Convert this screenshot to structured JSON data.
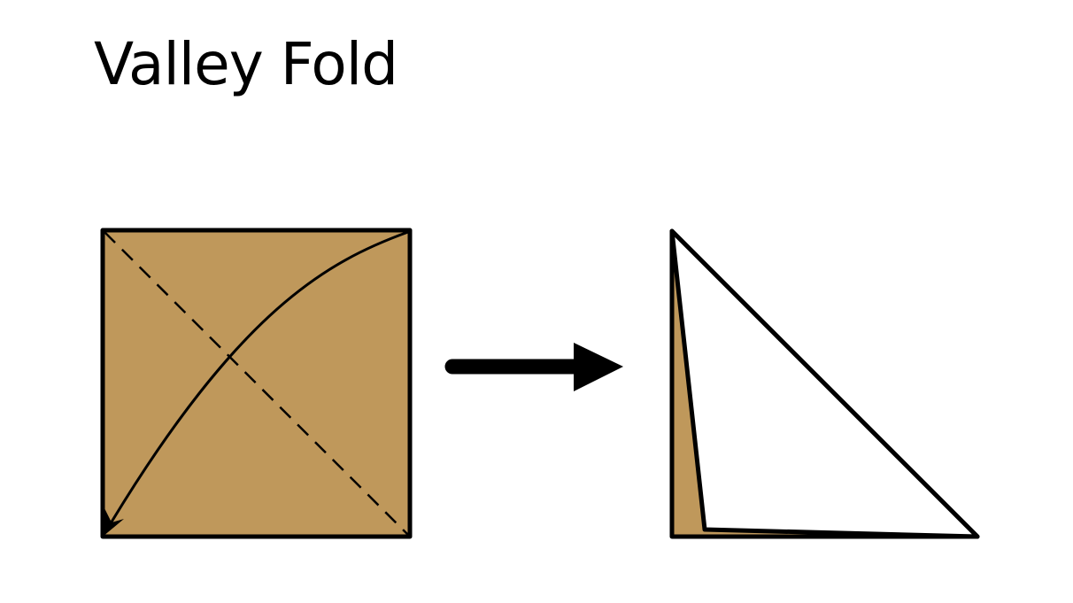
{
  "title": "Valley Fold",
  "colors": {
    "paper": "#BF985B",
    "paper_back": "#FFFFFF",
    "line": "#000000"
  },
  "steps": [
    {
      "name": "unfolded-square",
      "fold_line": "dashed-diagonal",
      "arrow": "curved-fold-arrow"
    },
    {
      "name": "folded-triangle"
    }
  ]
}
